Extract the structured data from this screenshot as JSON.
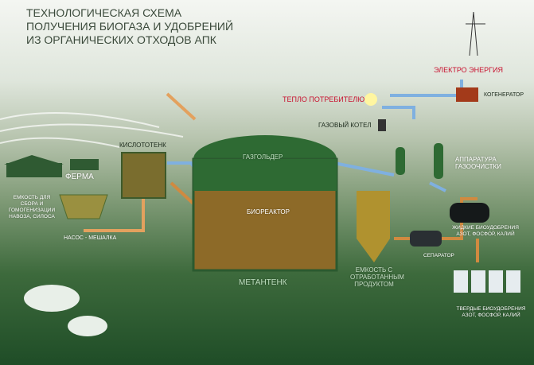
{
  "title": [
    "ТЕХНОЛОГИЧЕСКАЯ СХЕМА",
    "ПОЛУЧЕНИЯ БИОГАЗА И УДОБРЕНИЙ",
    "ИЗ ОРГАНИЧЕСКИХ ОТХОДОВ АПК"
  ],
  "labels": {
    "farm": "ФЕРМА",
    "tank": "ЕМКОСТЬ ДЛЯ СБОРА И ГОМОГЕНИЗАЦИИ НАВОЗА, СИЛОСА",
    "pump": "НАСОС - МЕШАЛКА",
    "acid": "КИСЛОТОТЕНК",
    "gasholder": "ГАЗГОЛЬДЕР",
    "bioreactor": "БИОРЕАКТОР",
    "metatank": "МЕТАНТЕНК",
    "spent": "ЕМКОСТЬ С ОТРАБОТАННЫМ ПРОДУКТОМ",
    "separator": "СЕПАРАТОР",
    "liquid": "ЖИДКИЕ БИОУДОБРЕНИЯ АЗОТ, ФОСФОР, КАЛИЙ",
    "solid": "ТВЕРДЫЕ БИОУДОБРЕНИЯ АЗОТ, ФОСФОР, КАЛИЙ",
    "cleaning": "АППАРАТУРА ГАЗООЧИСТКИ",
    "boiler": "ГАЗОВЫЙ КОТЕЛ",
    "heat": "ТЕПЛО ПОТРЕБИТЕЛЮ",
    "electro": "ЭЛЕКТРО ЭНЕРГИЯ",
    "cogen": "КОГЕНЕРАТОР"
  }
}
